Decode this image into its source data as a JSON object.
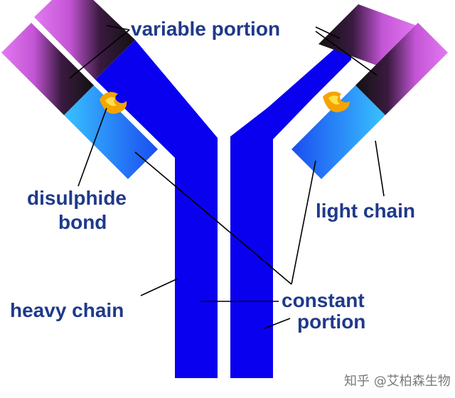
{
  "labels": {
    "variable_portion": "variable portion",
    "disulphide_line1": "disulphide",
    "disulphide_line2": "bond",
    "light_chain": "light chain",
    "heavy_chain": "heavy chain",
    "constant_line1": "constant",
    "constant_line2": "portion"
  },
  "watermark": "知乎 @艾柏森生物",
  "colors": {
    "heavy_chain": "#0a00f0",
    "light_chain_constant": "#1fa3f5",
    "variable_region": "#d060e0",
    "disulphide": "#f5a400",
    "label_text": "#1f3a8a"
  }
}
